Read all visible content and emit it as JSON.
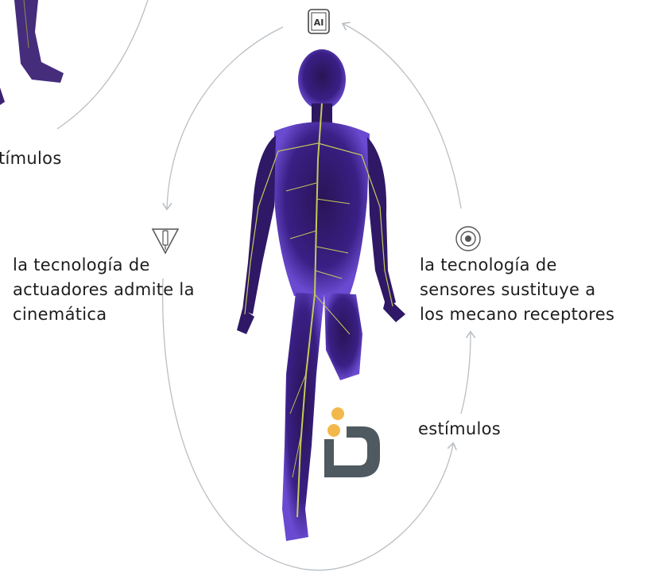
{
  "labels": {
    "top_left_partial": "tímulos",
    "actuators": [
      "la tecnología de",
      "actuadores admite la",
      "cinemática"
    ],
    "sensors": [
      "la tecnología de",
      "sensores sustituye a",
      "los mecano receptores"
    ],
    "stimuli": "estímulos"
  },
  "icons": {
    "ai_chip": "AI",
    "actuator": "pen-shield-icon",
    "sensor": "target-icon"
  },
  "colors": {
    "cycle_line": "#b9bfc4",
    "body_glow": "#4b2a9a",
    "nerves": "#c6c85a",
    "logo_dots": "#f2b84b",
    "logo_mark": "#4f5960"
  }
}
